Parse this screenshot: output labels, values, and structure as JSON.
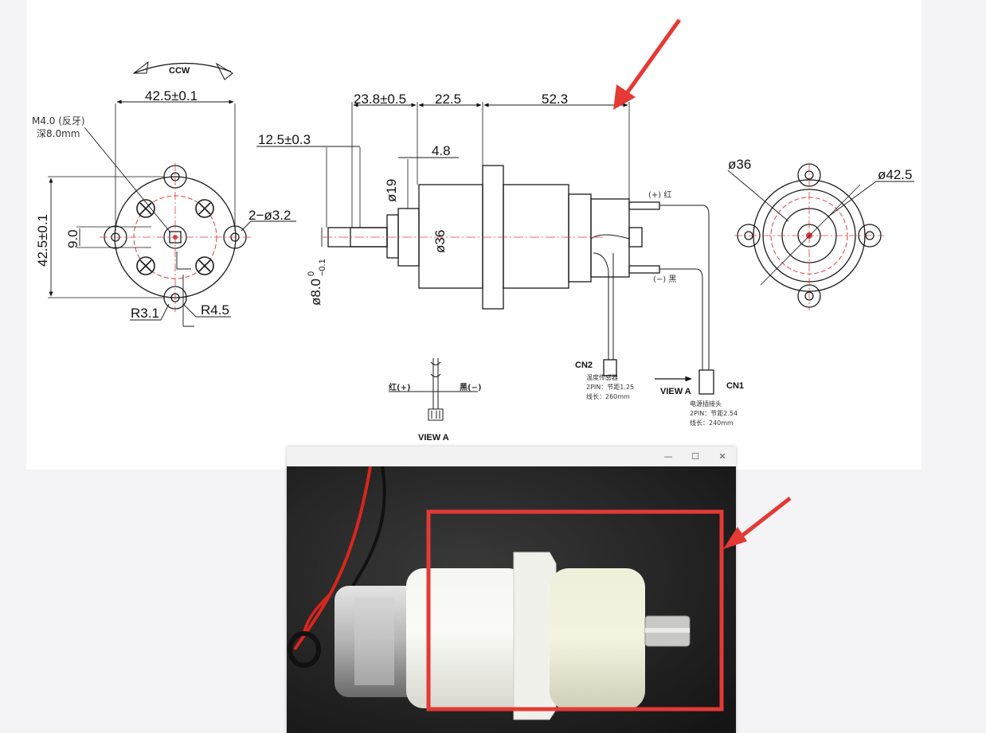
{
  "drawing": {
    "rotation_label": "CCW",
    "front": {
      "width": "42.5±0.1",
      "height": "42.5±0.1",
      "thread_note": "M4.0 (反牙)",
      "depth_note": "深8.0mm",
      "hole_spacing": "9.0",
      "holes": "2−ø3.2",
      "r1": "R3.1",
      "r2": "R4.5"
    },
    "side": {
      "d_23_8": "23.8±0.5",
      "d_22_5": "22.5",
      "d_52_3": "52.3",
      "d_12_5": "12.5±0.3",
      "d_4_8": "4.8",
      "d_19": "ø19",
      "d_36": "ø36",
      "d_shaft_main": "ø8.0",
      "d_shaft_sup": "0",
      "d_shaft_sub": "−0.1",
      "plus_lead": "(+) 红",
      "minus_lead": "(−) 黑"
    },
    "rear": {
      "d_36": "ø36",
      "d_42_5": "ø42.5"
    },
    "cn2": {
      "name": "CN2",
      "line1": "温度传感器",
      "line2": "2PIN：节距1.25",
      "line3": "线长：260mm"
    },
    "cn1": {
      "name": "CN1",
      "line1": "电源插接头",
      "line2": "2PIN：节距2.54",
      "line3": "线长：240mm"
    },
    "view_a_arrow": "VIEW A",
    "view_a_detail": {
      "title": "VIEW A",
      "plus": "红(+)",
      "minus": "黑(−)"
    }
  },
  "photo_window": {
    "minimize": "—",
    "maximize": "☐",
    "close": "✕"
  },
  "colors": {
    "annotation_red": "#e53935",
    "drawing_line": "#1a1a1a",
    "centerline_red": "#d84040"
  }
}
